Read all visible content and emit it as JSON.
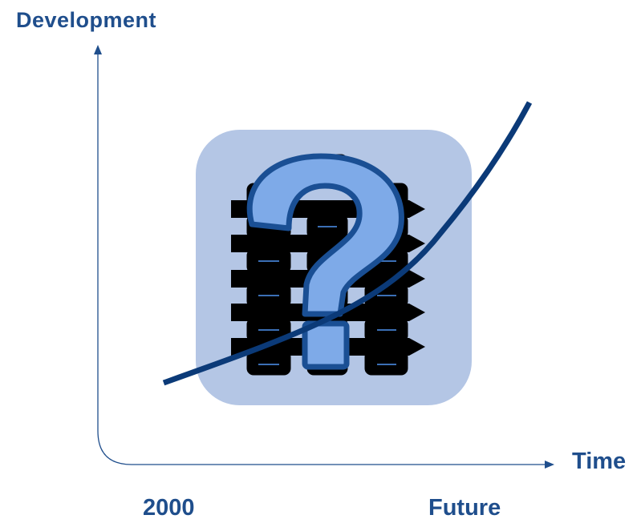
{
  "axes": {
    "y_label": "Development",
    "x_label": "Time",
    "x_ticks": [
      "2000",
      "Future"
    ]
  },
  "colors": {
    "axis": "#1f4e8c",
    "text": "#1f4e8c",
    "curve": "#0b3a78",
    "icon_background": "#b4c6e5",
    "question_mark_fill": "#7eaae8",
    "question_mark_outline": "#1a4f94",
    "blocks": "#000000"
  },
  "icons": {
    "center": "question-mark-over-blocks-icon"
  }
}
